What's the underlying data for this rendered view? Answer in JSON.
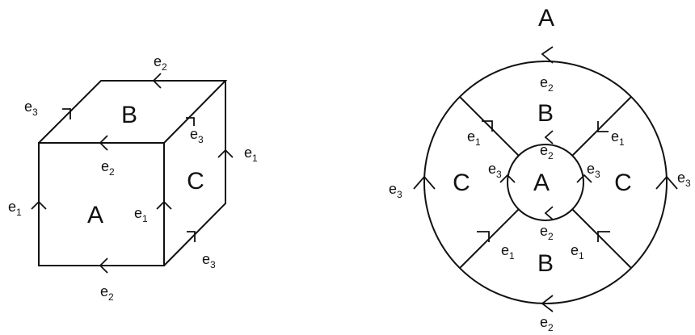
{
  "faces": {
    "a": "A",
    "b": "B",
    "c": "C"
  },
  "edges": {
    "e1": "1",
    "e2": "2",
    "e3": "3",
    "base": "e"
  }
}
